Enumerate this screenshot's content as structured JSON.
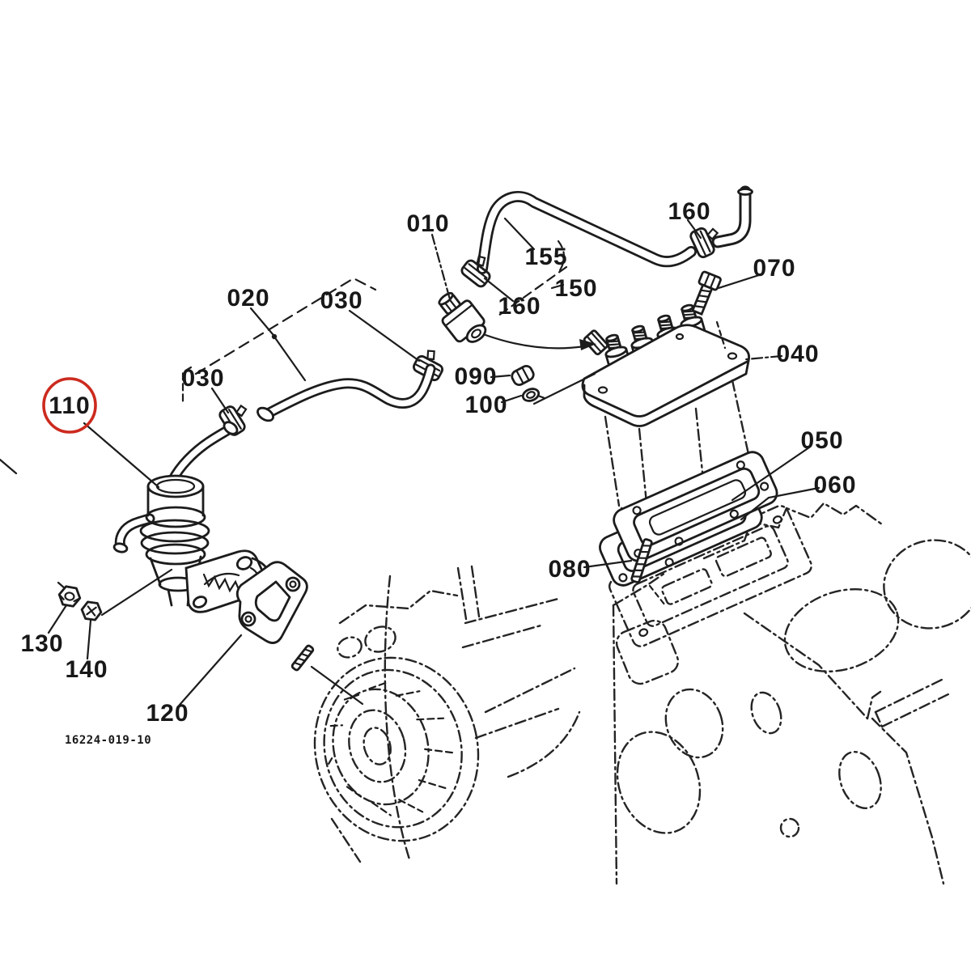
{
  "diagram": {
    "type": "exploded-parts-diagram",
    "drawing_number": "16224-019-10",
    "line_color": "#1c1c1c",
    "background_color": "#ffffff",
    "highlight_color": "#cc2a1e",
    "highlighted_part": "110",
    "callouts": [
      {
        "ref": "010",
        "text": "010"
      },
      {
        "ref": "020",
        "text": "020"
      },
      {
        "ref": "030-upper",
        "text": "030"
      },
      {
        "ref": "030-lower",
        "text": "030"
      },
      {
        "ref": "040",
        "text": "040"
      },
      {
        "ref": "050",
        "text": "050"
      },
      {
        "ref": "060",
        "text": "060"
      },
      {
        "ref": "070",
        "text": "070"
      },
      {
        "ref": "080",
        "text": "080"
      },
      {
        "ref": "090",
        "text": "090"
      },
      {
        "ref": "100",
        "text": "100"
      },
      {
        "ref": "110",
        "text": "110"
      },
      {
        "ref": "120",
        "text": "120"
      },
      {
        "ref": "130",
        "text": "130"
      },
      {
        "ref": "140",
        "text": "140"
      },
      {
        "ref": "150",
        "text": "150"
      },
      {
        "ref": "155",
        "text": "155"
      },
      {
        "ref": "160-top",
        "text": "160"
      },
      {
        "ref": "160-mid",
        "text": "160"
      }
    ]
  }
}
